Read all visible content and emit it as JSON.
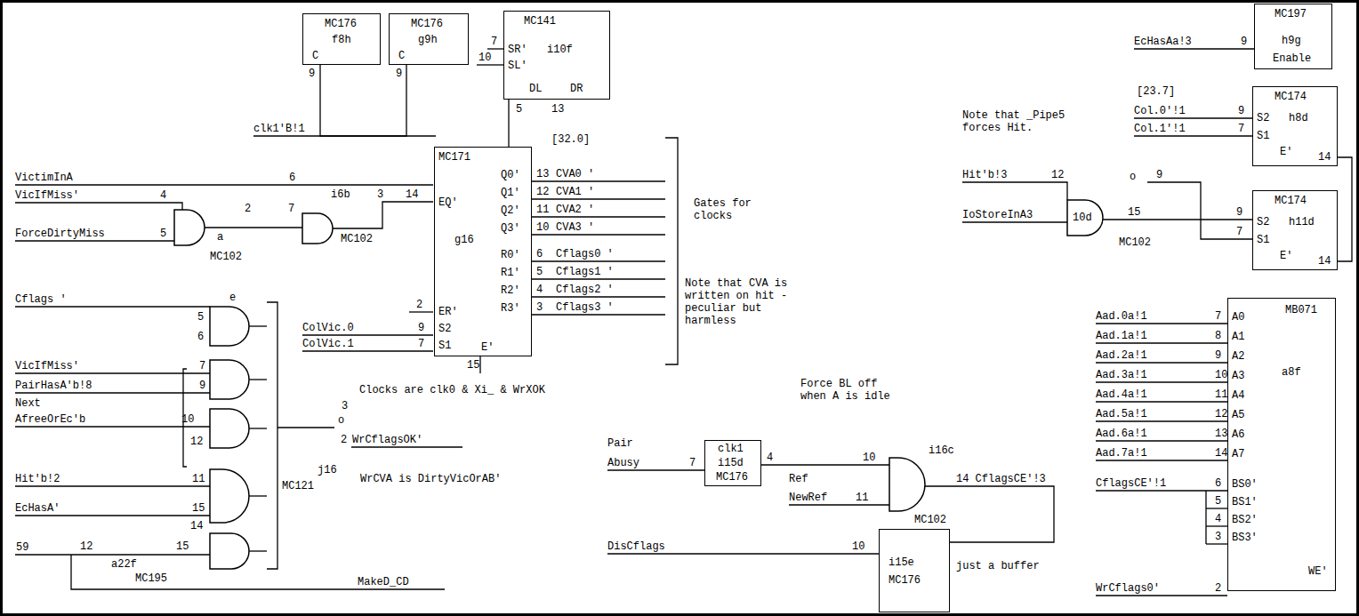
{
  "diagram": {
    "nodes": [
      {
        "text": [
          "MC176",
          "f8h",
          "C"
        ]
      },
      {
        "text": [
          "MC176",
          "g9h",
          "C"
        ]
      },
      {
        "text": [
          "MC141",
          "SR'",
          "i10f",
          "SL'",
          "DL",
          "DR"
        ]
      },
      {
        "text": [
          "MC171",
          "g16",
          "EQ'",
          "ER'",
          "S2",
          "S1",
          "E'",
          "Q0'",
          "Q1'",
          "Q2'",
          "Q3'",
          "R0'",
          "R1'",
          "R2'",
          "R3'"
        ]
      },
      {
        "text": [
          "MC197",
          "h9g",
          "Enable"
        ]
      },
      {
        "text": [
          "MC174",
          "S2",
          "h8d",
          "S1",
          "E'"
        ]
      },
      {
        "text": [
          "MC174",
          "S2",
          "h11d",
          "S1",
          "E'"
        ]
      },
      {
        "text": [
          "MB071",
          "A0",
          "A1",
          "A2",
          "A3",
          "A4",
          "A5",
          "A6",
          "A7",
          "a8f",
          "BS0'",
          "BS1'",
          "BS2'",
          "BS3'",
          "WE'"
        ]
      },
      {
        "text": [
          "clk1",
          "i15d",
          "MC176"
        ]
      },
      {
        "text": [
          "i15e",
          "MC176"
        ]
      }
    ],
    "edges": [
      {
        "from": 0,
        "to": 1,
        "arrow": "none"
      },
      {
        "from": 2,
        "to": 3,
        "arrow": "none"
      }
    ],
    "labels": [
      "9",
      "9",
      "7",
      "10",
      "5",
      "13",
      "clk1'B!1",
      "[32.0]",
      "VictimInA",
      "6",
      "VicIfMiss'",
      "4",
      "ForceDirtyMiss",
      "5",
      "2",
      "7",
      "i6b",
      "3",
      "14",
      "a",
      "MC102",
      "MC102",
      "Cflags '",
      "2",
      "ColVic.0",
      "9",
      "ColVic.1",
      "7",
      "15",
      "13",
      "CVA0 '",
      "12",
      "CVA1 '",
      "11",
      "CVA2 '",
      "10",
      "CVA3 '",
      "6",
      "Cflags0 '",
      "5",
      "Cflags1 '",
      "4",
      "Cflags2 '",
      "3",
      "Cflags3 '",
      "Gates for clocks",
      "Note that CVA is written on hit - peculiar but harmless",
      "Clocks are clk0 & Xi_ & WrXOK",
      "e",
      "5",
      "6",
      "VicIfMiss'",
      "7",
      "PairHasA'b!8",
      "9",
      "Next",
      "AfreeOrEc'b",
      "10",
      "12",
      "3",
      "o",
      "2",
      "WrCflagsOK'",
      "j16",
      "MC121",
      "WrCVA is DirtyVicOrAB'",
      "Hit'b!2",
      "11",
      "EcHasA'",
      "15",
      "14",
      "59",
      "12",
      "a22f",
      "15",
      "MC195",
      "MakeD_CD",
      "Pair",
      "Abusy",
      "7",
      "Force BL off when A is idle",
      "4",
      "10",
      "Ref",
      "NewRef",
      "11",
      "i16c",
      "MC102",
      "14 CflagsCE'!3",
      "DisCflags",
      "10",
      "just a buffer",
      "EcHasAa!3",
      "9",
      "[23.7]",
      "Col.0'!1",
      "9",
      "Col.1'!1",
      "7",
      "Note that _Pipe5 forces Hit.",
      "14",
      "Hit'b!3",
      "12",
      "9",
      "o",
      "IoStoreInA3",
      "10d",
      "15",
      "MC102",
      "9",
      "7",
      "14",
      "Aad.0a!1",
      "7",
      "Aad.1a!1",
      "8",
      "Aad.2a!1",
      "9",
      "Aad.3a!1",
      "10",
      "Aad.4a!1",
      "11",
      "Aad.5a!1",
      "12",
      "Aad.6a!1",
      "13",
      "Aad.7a!1",
      "14",
      "CflagsCE'!1",
      "6",
      "5",
      "4",
      "3",
      "WrCflags0'",
      "2"
    ]
  }
}
